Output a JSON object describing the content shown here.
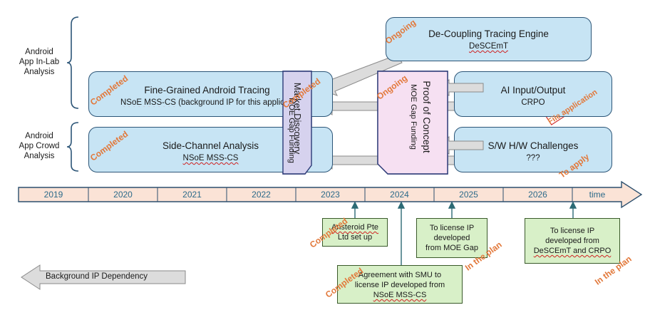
{
  "side_labels": {
    "in_lab": [
      "Android",
      "App In-Lab",
      "Analysis"
    ],
    "crowd": [
      "Android",
      "App Crowd",
      "Analysis"
    ]
  },
  "boxes": {
    "decoupling": {
      "title": "De-Coupling Tracing Engine",
      "sub": "DeSCEmT",
      "status": "Ongoing"
    },
    "fine_grained": {
      "title": "Fine-Grained Android Tracing",
      "sub_prefix": "NSoE MSS-CS",
      "sub_suffix": " (background IP for this application)",
      "status": "Completed"
    },
    "side_channel": {
      "title": "Side-Channel Analysis",
      "sub": "NSoE MSS-CS",
      "status": "Completed"
    },
    "market_discovery": {
      "title": "Market Discovery",
      "sub": "MOE Gap Funding",
      "status": "Completed"
    },
    "proof_of_concept": {
      "title": "Proof of Concept",
      "sub": "MOE Gap Funding",
      "status": "Ongoing"
    },
    "ai_io": {
      "title": "AI Input/Output",
      "sub": "CRPO",
      "status": "File application"
    },
    "sw_hw": {
      "title": "S/W H/W Challenges",
      "sub": "???",
      "status": "To apply"
    }
  },
  "timeline": {
    "years": [
      "2019",
      "2020",
      "2021",
      "2022",
      "2023",
      "2024",
      "2025",
      "2026"
    ],
    "end_label": "time"
  },
  "milestones": {
    "anasteroid": {
      "lines": [
        "Ansteroid Pte",
        "Ltd set up"
      ],
      "status": "Completed"
    },
    "smu": {
      "lines": [
        "Agreement with SMU to",
        "license IP developed from",
        "NSoE MSS-CS"
      ],
      "status": "Completed"
    },
    "moe_gap": {
      "lines": [
        "To license IP",
        "developed",
        "from MOE Gap"
      ],
      "status": "In the plan"
    },
    "descemt": {
      "lines": [
        "To license IP",
        "developed from",
        "DeSCEmT and CRPO"
      ],
      "status": "In the plan"
    }
  },
  "legend": {
    "label": "Background IP Dependency"
  },
  "colors": {
    "box_fill": "#c7e4f4",
    "timeline_fill": "#fbe3d6",
    "note_fill": "#d8f0c8",
    "stamp": "#e2783a",
    "purple_fill": "#d6d2ee",
    "pink_fill": "#f6e0f2"
  }
}
